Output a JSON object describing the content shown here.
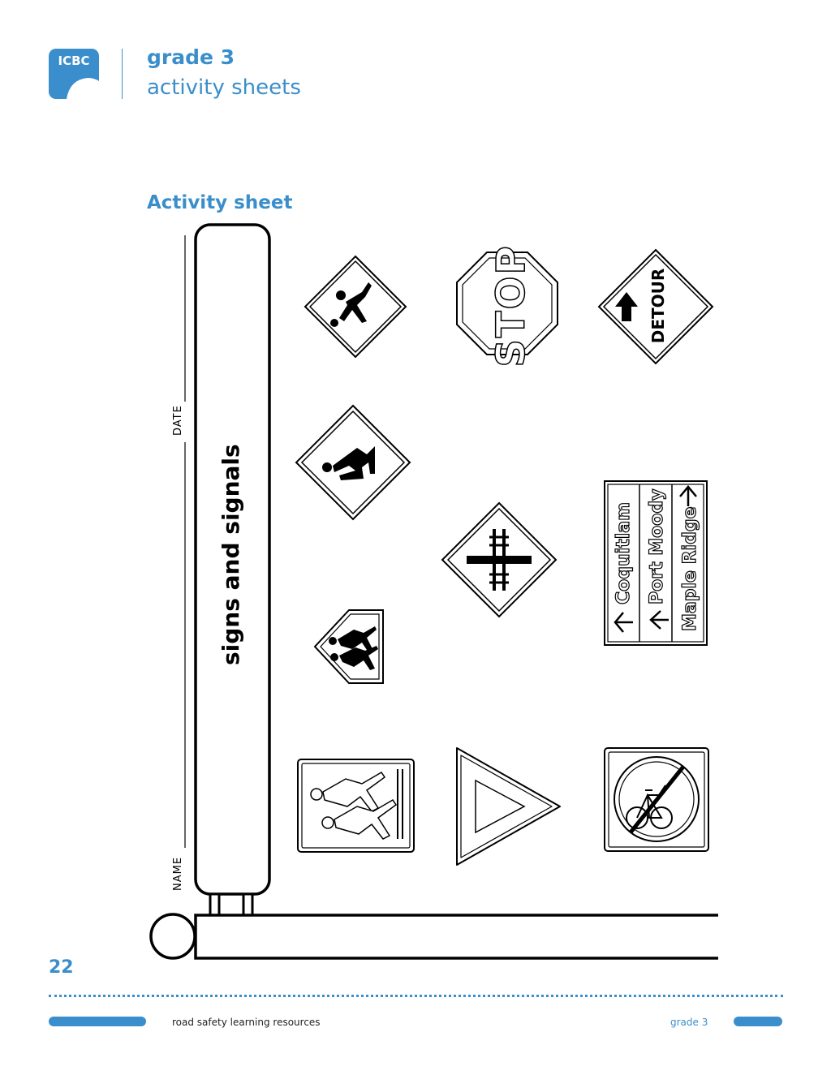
{
  "header": {
    "logo_text": "ICBC",
    "grade": "grade 3",
    "subtitle": "activity sheets"
  },
  "section_title": "Activity sheet",
  "sheet": {
    "title": "signs and signals",
    "date_label": "DATE",
    "name_label": "NAME"
  },
  "signs": {
    "stop_text": "STOP",
    "detour_text": "DETOUR",
    "destinations": [
      "Coquitlam",
      "Port Moody",
      "Maple Ridge"
    ]
  },
  "colors": {
    "brand_blue": "#3a8ecb"
  },
  "footer": {
    "page_number": "22",
    "left_text": "road safety learning resources",
    "right_text": "grade 3"
  }
}
